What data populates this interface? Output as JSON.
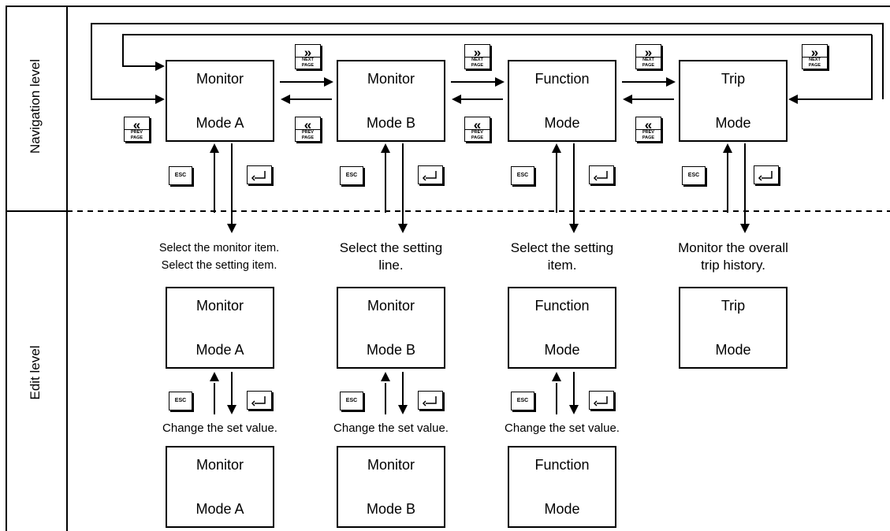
{
  "levels": {
    "navigation": "Navigation level",
    "edit": "Edit level"
  },
  "nav_boxes": [
    {
      "line1": "Monitor",
      "line2": "Mode A"
    },
    {
      "line1": "Monitor",
      "line2": "Mode B"
    },
    {
      "line1": "Function",
      "line2": "Mode"
    },
    {
      "line1": "Trip",
      "line2": "Mode"
    }
  ],
  "edit_boxes": [
    {
      "line1": "Monitor",
      "line2": "Mode A"
    },
    {
      "line1": "Monitor",
      "line2": "Mode B"
    },
    {
      "line1": "Function",
      "line2": "Mode"
    },
    {
      "line1": "Trip",
      "line2": "Mode"
    }
  ],
  "value_boxes": [
    {
      "line1": "Monitor",
      "line2": "Mode A"
    },
    {
      "line1": "Monitor",
      "line2": "Mode B"
    },
    {
      "line1": "Function",
      "line2": "Mode"
    }
  ],
  "captions": {
    "select": [
      "Select the monitor item.\nSelect the setting item.",
      "Select the setting\nline.",
      "Select the setting\nitem.",
      "Monitor the overall\ntrip history."
    ],
    "change": [
      "Change the set value.",
      "Change the set value.",
      "Change the set value."
    ]
  },
  "keys": {
    "esc": "ESC",
    "next_page": "NEXT PAGE",
    "prev_page": "PREV PAGE",
    "next_symbol": "»",
    "prev_symbol": "«",
    "enter_icon": "enter-icon"
  }
}
